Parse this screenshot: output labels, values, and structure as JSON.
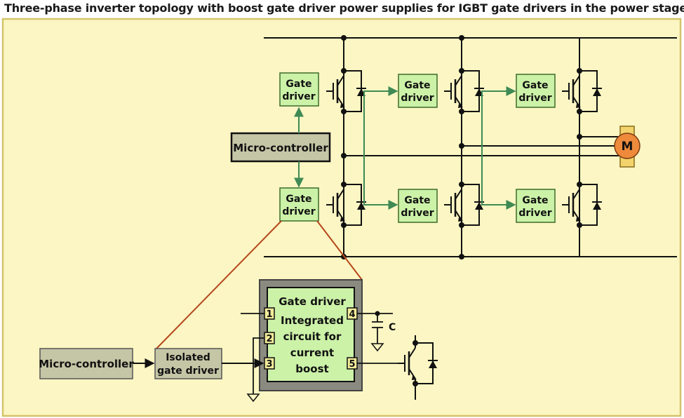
{
  "title": "Three-phase inverter topology with boost gate driver power supplies for IGBT gate drivers in the power stage",
  "blocks": {
    "gate_driver_line1": "Gate",
    "gate_driver_line2": "driver",
    "micro_controller": "Micro-controller",
    "isolated_gate_driver_line1": "Isolated",
    "isolated_gate_driver_line2": "gate driver"
  },
  "ic": {
    "title": "Gate driver",
    "desc_lines": [
      "Integrated",
      "circuit for",
      "current",
      "boost"
    ],
    "pins": [
      "1",
      "2",
      "3",
      "4",
      "5"
    ]
  },
  "capacitor_label": "C",
  "motor_label": "M",
  "colors": {
    "panel_bg": "#fbf6c3",
    "panel_border": "#d4c36a",
    "block_fill": "#ccf2a8",
    "controller_fill": "#c5c6a6",
    "ic_frame": "#8a8a80",
    "motor": "#ee8a3c",
    "green_arrow": "#3f8a55",
    "zoom_line": "#b5471c"
  }
}
